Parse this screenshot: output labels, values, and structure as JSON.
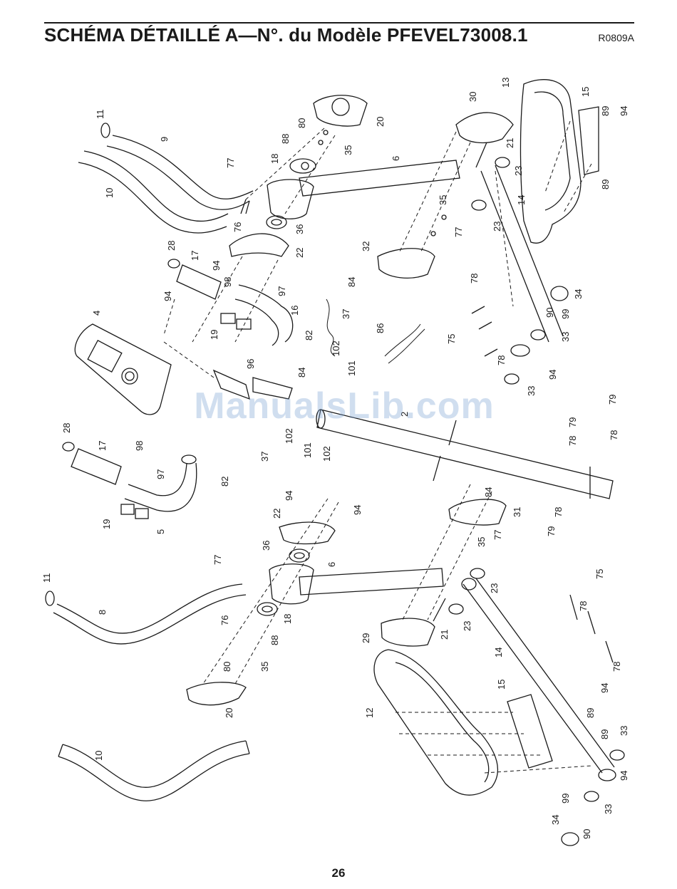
{
  "header": {
    "title": "SCHÉMA DÉTAILLÉ A—N°. du Modèle PFEVEL73008.1",
    "code": "R0809A"
  },
  "diagram": {
    "callouts": [
      "11",
      "9",
      "10",
      "77",
      "76",
      "18",
      "88",
      "80",
      "35",
      "20",
      "36",
      "22",
      "94",
      "28",
      "17",
      "98",
      "97",
      "16",
      "19",
      "82",
      "4",
      "94",
      "96",
      "84",
      "102",
      "101",
      "2",
      "37",
      "86",
      "32",
      "84",
      "30",
      "6",
      "21",
      "23",
      "35",
      "77",
      "23",
      "14",
      "13",
      "15",
      "89",
      "94",
      "89",
      "78",
      "75",
      "34",
      "90",
      "99",
      "33",
      "78",
      "94",
      "33",
      "79",
      "78",
      "79",
      "78",
      "79",
      "78",
      "28",
      "17",
      "98",
      "97",
      "82",
      "19",
      "5",
      "37",
      "101",
      "102",
      "102",
      "94",
      "22",
      "36",
      "94",
      "6",
      "31",
      "84",
      "35",
      "77",
      "23",
      "23",
      "21",
      "29",
      "14",
      "75",
      "78",
      "78",
      "94",
      "89",
      "89",
      "33",
      "94",
      "99",
      "90",
      "34",
      "33",
      "12",
      "15",
      "11",
      "8",
      "77",
      "76",
      "18",
      "88",
      "80",
      "35",
      "20",
      "10"
    ]
  },
  "watermark": "ManualsLib.com",
  "footer": {
    "page_number": "26"
  }
}
